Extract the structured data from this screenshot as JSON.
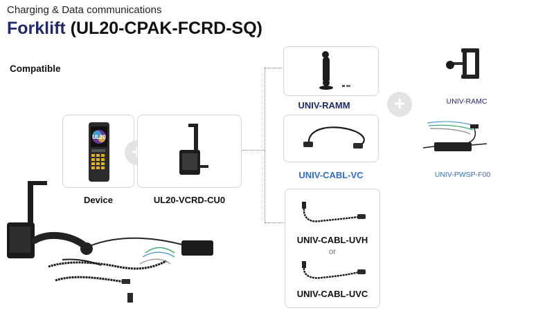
{
  "header": {
    "subtitle": "Charging & Data communications",
    "title_main": "Forklift",
    "title_code": "(UL20-CPAK-FCRD-SQ)"
  },
  "section_label": "Compatible",
  "device_screen_text": "UL20",
  "items": {
    "device": "Device",
    "cradle": "UL20-VCRD-CU0",
    "ramm": "UNIV-RAMM",
    "cabl_vc": "UNIV-CABL-VC",
    "cabl_uvh": "UNIV-CABL-UVH",
    "or": "or",
    "cabl_uvc": "UNIV-CABL-UVC",
    "ramc": "UNIV-RAMC",
    "pwsp": "UNIV-PWSP-F00"
  },
  "plus_symbol": "+",
  "colors": {
    "title_navy": "#1f2a6b",
    "link_blue": "#2f6dc7",
    "card_border": "#d4d4d4",
    "plus_bg": "#e3e3e3"
  }
}
